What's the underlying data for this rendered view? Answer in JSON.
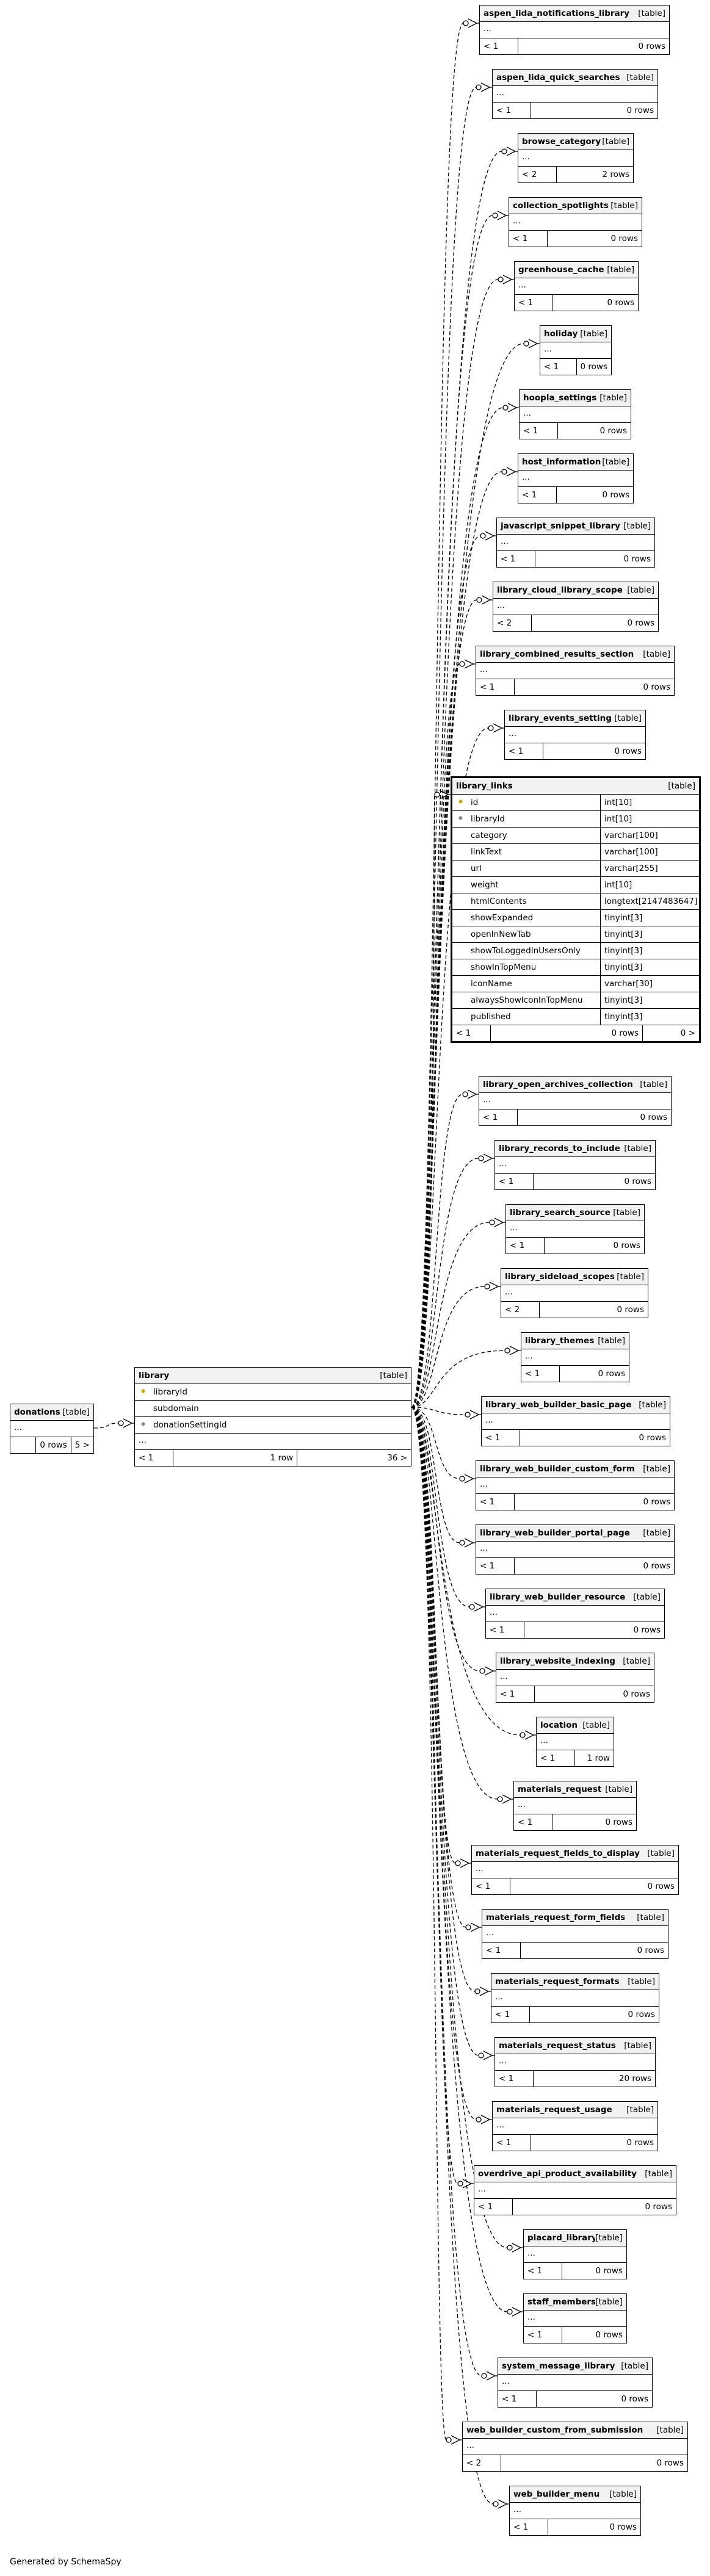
{
  "footer": "Generated by SchemaSpy",
  "icons": {
    "primary_key": "key-icon-gold",
    "foreign_key": "key-icon-gray"
  },
  "donations": {
    "name": "donations",
    "kind": "[table]",
    "ellipsis": "...",
    "rows": "0 rows",
    "children": "5 >"
  },
  "library": {
    "name": "library",
    "kind": "[table]",
    "columns": [
      {
        "name": "libraryId",
        "key": "pk"
      },
      {
        "name": "subdomain",
        "key": ""
      },
      {
        "name": "donationSettingId",
        "key": "fk"
      }
    ],
    "ellipsis": "...",
    "parents": "< 1",
    "rows": "1 row",
    "children": "36 >"
  },
  "library_links": {
    "name": "library_links",
    "kind": "[table]",
    "columns": [
      {
        "name": "id",
        "type": "int[10]",
        "key": "pk"
      },
      {
        "name": "libraryId",
        "type": "int[10]",
        "key": "fk"
      },
      {
        "name": "category",
        "type": "varchar[100]",
        "key": ""
      },
      {
        "name": "linkText",
        "type": "varchar[100]",
        "key": ""
      },
      {
        "name": "url",
        "type": "varchar[255]",
        "key": ""
      },
      {
        "name": "weight",
        "type": "int[10]",
        "key": ""
      },
      {
        "name": "htmlContents",
        "type": "longtext[2147483647]",
        "key": ""
      },
      {
        "name": "showExpanded",
        "type": "tinyint[3]",
        "key": ""
      },
      {
        "name": "openInNewTab",
        "type": "tinyint[3]",
        "key": ""
      },
      {
        "name": "showToLoggedInUsersOnly",
        "type": "tinyint[3]",
        "key": ""
      },
      {
        "name": "showInTopMenu",
        "type": "tinyint[3]",
        "key": ""
      },
      {
        "name": "iconName",
        "type": "varchar[30]",
        "key": ""
      },
      {
        "name": "alwaysShowIconInTopMenu",
        "type": "tinyint[3]",
        "key": ""
      },
      {
        "name": "published",
        "type": "tinyint[3]",
        "key": ""
      }
    ],
    "parents": "< 1",
    "rows": "0 rows",
    "children": "0 >"
  },
  "tables": [
    {
      "name": "aspen_lida_notifications_library",
      "kind": "[table]",
      "ellipsis": "...",
      "parents": "< 1",
      "rows": "0 rows"
    },
    {
      "name": "aspen_lida_quick_searches",
      "kind": "[table]",
      "ellipsis": "...",
      "parents": "< 1",
      "rows": "0 rows"
    },
    {
      "name": "browse_category",
      "kind": "[table]",
      "ellipsis": "...",
      "parents": "< 2",
      "rows": "2 rows"
    },
    {
      "name": "collection_spotlights",
      "kind": "[table]",
      "ellipsis": "...",
      "parents": "< 1",
      "rows": "0 rows"
    },
    {
      "name": "greenhouse_cache",
      "kind": "[table]",
      "ellipsis": "...",
      "parents": "< 1",
      "rows": "0 rows"
    },
    {
      "name": "holiday",
      "kind": "[table]",
      "ellipsis": "...",
      "parents": "< 1",
      "rows": "0 rows"
    },
    {
      "name": "hoopla_settings",
      "kind": "[table]",
      "ellipsis": "...",
      "parents": "< 1",
      "rows": "0 rows"
    },
    {
      "name": "host_information",
      "kind": "[table]",
      "ellipsis": "...",
      "parents": "< 1",
      "rows": "0 rows"
    },
    {
      "name": "javascript_snippet_library",
      "kind": "[table]",
      "ellipsis": "...",
      "parents": "< 1",
      "rows": "0 rows"
    },
    {
      "name": "library_cloud_library_scope",
      "kind": "[table]",
      "ellipsis": "...",
      "parents": "< 2",
      "rows": "0 rows"
    },
    {
      "name": "library_combined_results_section",
      "kind": "[table]",
      "ellipsis": "...",
      "parents": "< 1",
      "rows": "0 rows"
    },
    {
      "name": "library_events_setting",
      "kind": "[table]",
      "ellipsis": "...",
      "parents": "< 1",
      "rows": "0 rows"
    },
    {
      "name": "library_open_archives_collection",
      "kind": "[table]",
      "ellipsis": "...",
      "parents": "< 1",
      "rows": "0 rows"
    },
    {
      "name": "library_records_to_include",
      "kind": "[table]",
      "ellipsis": "...",
      "parents": "< 1",
      "rows": "0 rows"
    },
    {
      "name": "library_search_source",
      "kind": "[table]",
      "ellipsis": "...",
      "parents": "< 1",
      "rows": "0 rows"
    },
    {
      "name": "library_sideload_scopes",
      "kind": "[table]",
      "ellipsis": "...",
      "parents": "< 2",
      "rows": "0 rows"
    },
    {
      "name": "library_themes",
      "kind": "[table]",
      "ellipsis": "...",
      "parents": "< 1",
      "rows": "0 rows"
    },
    {
      "name": "library_web_builder_basic_page",
      "kind": "[table]",
      "ellipsis": "...",
      "parents": "< 1",
      "rows": "0 rows"
    },
    {
      "name": "library_web_builder_custom_form",
      "kind": "[table]",
      "ellipsis": "...",
      "parents": "< 1",
      "rows": "0 rows"
    },
    {
      "name": "library_web_builder_portal_page",
      "kind": "[table]",
      "ellipsis": "...",
      "parents": "< 1",
      "rows": "0 rows"
    },
    {
      "name": "library_web_builder_resource",
      "kind": "[table]",
      "ellipsis": "...",
      "parents": "< 1",
      "rows": "0 rows"
    },
    {
      "name": "library_website_indexing",
      "kind": "[table]",
      "ellipsis": "...",
      "parents": "< 1",
      "rows": "0 rows"
    },
    {
      "name": "location",
      "kind": "[table]",
      "ellipsis": "...",
      "parents": "< 1",
      "rows": "1 row"
    },
    {
      "name": "materials_request",
      "kind": "[table]",
      "ellipsis": "...",
      "parents": "< 1",
      "rows": "0 rows"
    },
    {
      "name": "materials_request_fields_to_display",
      "kind": "[table]",
      "ellipsis": "...",
      "parents": "< 1",
      "rows": "0 rows"
    },
    {
      "name": "materials_request_form_fields",
      "kind": "[table]",
      "ellipsis": "...",
      "parents": "< 1",
      "rows": "0 rows"
    },
    {
      "name": "materials_request_formats",
      "kind": "[table]",
      "ellipsis": "...",
      "parents": "< 1",
      "rows": "0 rows"
    },
    {
      "name": "materials_request_status",
      "kind": "[table]",
      "ellipsis": "...",
      "parents": "< 1",
      "rows": "20 rows"
    },
    {
      "name": "materials_request_usage",
      "kind": "[table]",
      "ellipsis": "...",
      "parents": "< 1",
      "rows": "0 rows"
    },
    {
      "name": "overdrive_api_product_availability",
      "kind": "[table]",
      "ellipsis": "...",
      "parents": "< 1",
      "rows": "0 rows"
    },
    {
      "name": "placard_library",
      "kind": "[table]",
      "ellipsis": "...",
      "parents": "< 1",
      "rows": "0 rows"
    },
    {
      "name": "staff_members",
      "kind": "[table]",
      "ellipsis": "...",
      "parents": "< 1",
      "rows": "0 rows"
    },
    {
      "name": "system_message_library",
      "kind": "[table]",
      "ellipsis": "...",
      "parents": "< 1",
      "rows": "0 rows"
    },
    {
      "name": "web_builder_custom_from_submission",
      "kind": "[table]",
      "ellipsis": "...",
      "parents": "< 2",
      "rows": "0 rows"
    },
    {
      "name": "web_builder_menu",
      "kind": "[table]",
      "ellipsis": "...",
      "parents": "< 1",
      "rows": "0 rows"
    }
  ]
}
